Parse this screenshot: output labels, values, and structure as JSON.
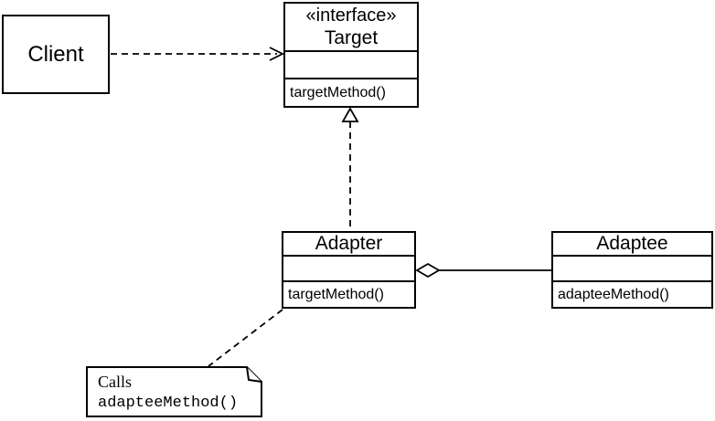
{
  "classes": {
    "client": {
      "name": "Client"
    },
    "target": {
      "stereotype": "«interface»",
      "name": "Target",
      "method": "targetMethod()"
    },
    "adapter": {
      "name": "Adapter",
      "method": "targetMethod()"
    },
    "adaptee": {
      "name": "Adaptee",
      "method": "adapteeMethod()"
    }
  },
  "note": {
    "line1": "Calls",
    "line2": "adapteeMethod()"
  },
  "colors": {
    "line": "#000000",
    "background": "#ffffff"
  }
}
